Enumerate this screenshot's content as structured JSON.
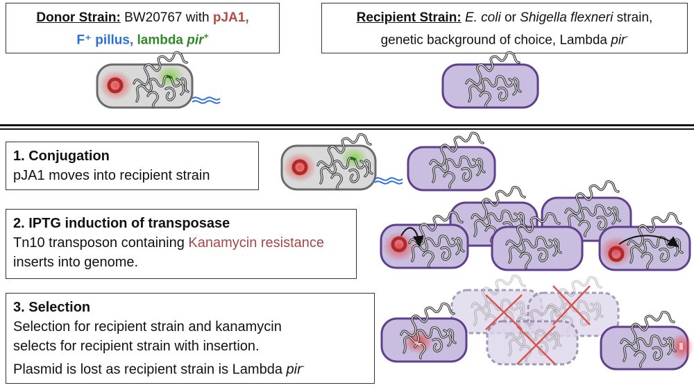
{
  "donor": {
    "title": "Donor Strain:",
    "strain_name": "BW20767 with",
    "plasmid": "pJA1,",
    "pillus": "F⁺ pillus,",
    "lambda": "lambda",
    "pir": "pir",
    "pir_sign": "+"
  },
  "recipient": {
    "title": "Recipient Strain:",
    "species1": "E. coli",
    "or": "or",
    "species2": "Shigella flexneri",
    "strain_word": "strain,",
    "line2": "genetic background of choice, Lambda",
    "pir": "pir",
    "pir_sign": "-"
  },
  "step1": {
    "title": "1.   Conjugation",
    "text": "pJA1 moves into recipient strain"
  },
  "step2": {
    "title": "2. IPTG induction of transposase",
    "text_a": "Tn10 transposon containing",
    "kan": "Kanamycin resistance",
    "text_b": "inserts into genome."
  },
  "step3": {
    "title": "3. Selection",
    "line1": "Selection for recipient strain and kanamycin",
    "line2": "selects for recipient strain with insertion.",
    "line3": "Plasmid is lost as recipient strain is Lambda",
    "pir": "pir",
    "pir_sign": "-"
  },
  "colors": {
    "donor_cell_fill": "#d9d9d9",
    "donor_cell_stroke": "#6a6a6a",
    "recipient_cell_fill": "#c9bedf",
    "recipient_cell_stroke": "#5e3f8c",
    "plasmid": "#b02a2a",
    "pillus": "#2a6fd8",
    "cross": "#d9534f"
  }
}
